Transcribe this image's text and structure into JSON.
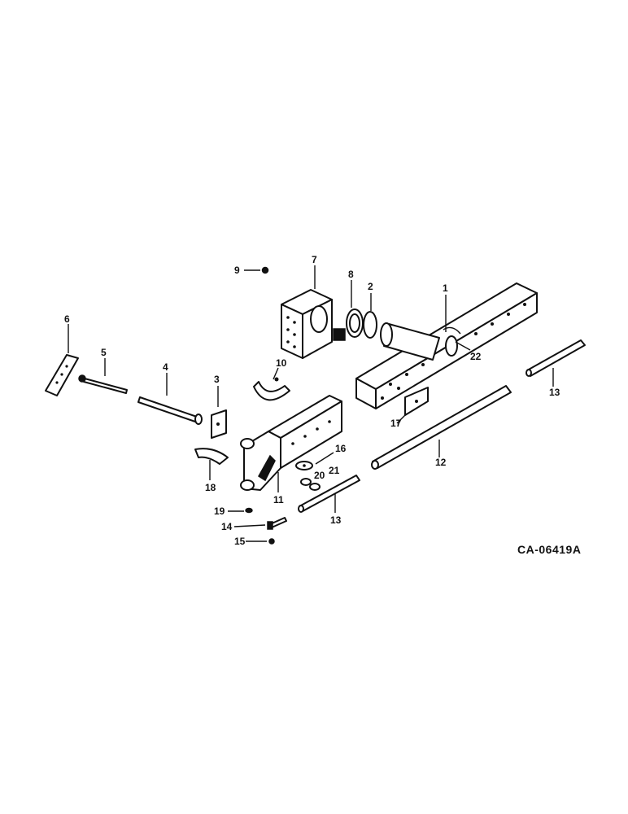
{
  "drawing_code": "CA-06419A",
  "callouts": [
    "1",
    "2",
    "3",
    "4",
    "5",
    "6",
    "7",
    "8",
    "9",
    "10",
    "11",
    "12",
    "13",
    "13",
    "14",
    "15",
    "16",
    "17",
    "18",
    "19",
    "20",
    "21",
    "22"
  ]
}
